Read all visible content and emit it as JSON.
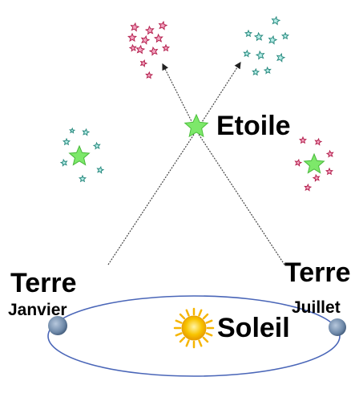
{
  "labels": {
    "star": "Etoile",
    "sun": "Soleil",
    "earth_left_title": "Terre",
    "earth_left_month": "Janvier",
    "earth_right_title": "Terre",
    "earth_right_month": "Juillet"
  },
  "colors": {
    "background": "#ffffff",
    "sight_lines": "#444444",
    "orbit": "#4a66b8",
    "sun_fill": "#f8c400",
    "sun_rays": "#f6b500",
    "earth_fill": "#6d88a8",
    "main_star_fill": "#7de86a",
    "pink_star_fill": "#f4a6c2",
    "pink_star_stroke": "#b4204e",
    "teal_star_fill": "#b9f0ea",
    "teal_star_stroke": "#2a8a7f",
    "label_text": "#000000"
  },
  "icons": {
    "star": "five-point-star-icon",
    "sun": "sun-icon",
    "earth": "planet-icon",
    "arrow": "arrowhead-icon"
  }
}
